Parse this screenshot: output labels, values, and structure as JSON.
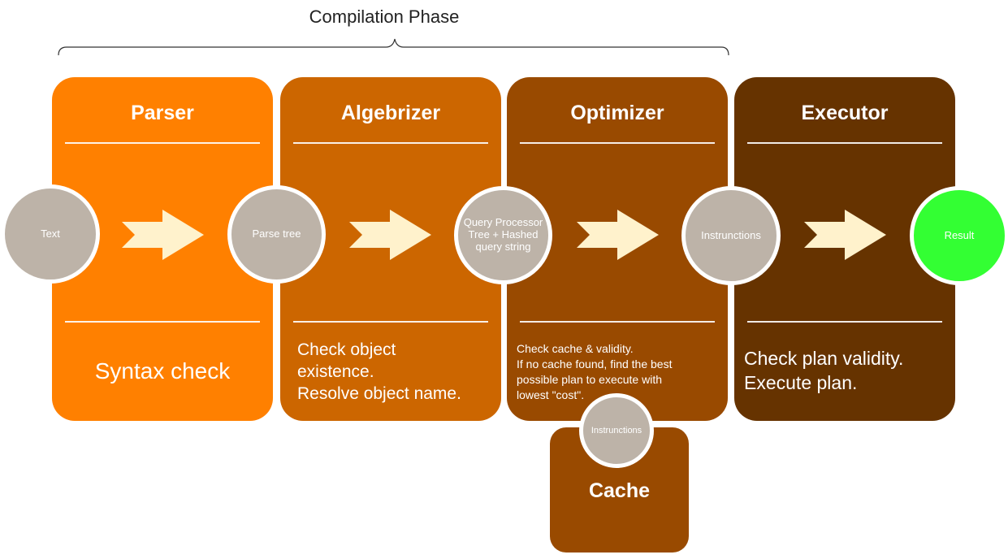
{
  "phase": {
    "label": "Compilation Phase"
  },
  "stages": [
    {
      "title": "Parser",
      "description": "Syntax check",
      "color": "#ff8000"
    },
    {
      "title": "Algebrizer",
      "description": "Check object\nexistence.\nResolve object name.",
      "color": "#cc6600"
    },
    {
      "title": "Optimizer",
      "description": "Check cache & validity.\nIf no cache found, find the best\npossible plan to execute with\nlowest \"cost\".",
      "color": "#994a00"
    },
    {
      "title": "Executor",
      "description": "Check plan validity.\nExecute plan.",
      "color": "#663300"
    }
  ],
  "nodes": [
    {
      "label": "Text",
      "color": "#bdb3a8"
    },
    {
      "label": "Parse tree",
      "color": "#bdb3a8"
    },
    {
      "label": "Query Processor\nTree + Hashed\nquery string",
      "color": "#bdb3a8"
    },
    {
      "label": "Instrunctions",
      "color": "#bdb3a8"
    },
    {
      "label": "Result",
      "color": "#33ff33"
    }
  ],
  "cache": {
    "title": "Cache",
    "node_label": "Instrunctions"
  },
  "arrow_color": "#fff2cc"
}
